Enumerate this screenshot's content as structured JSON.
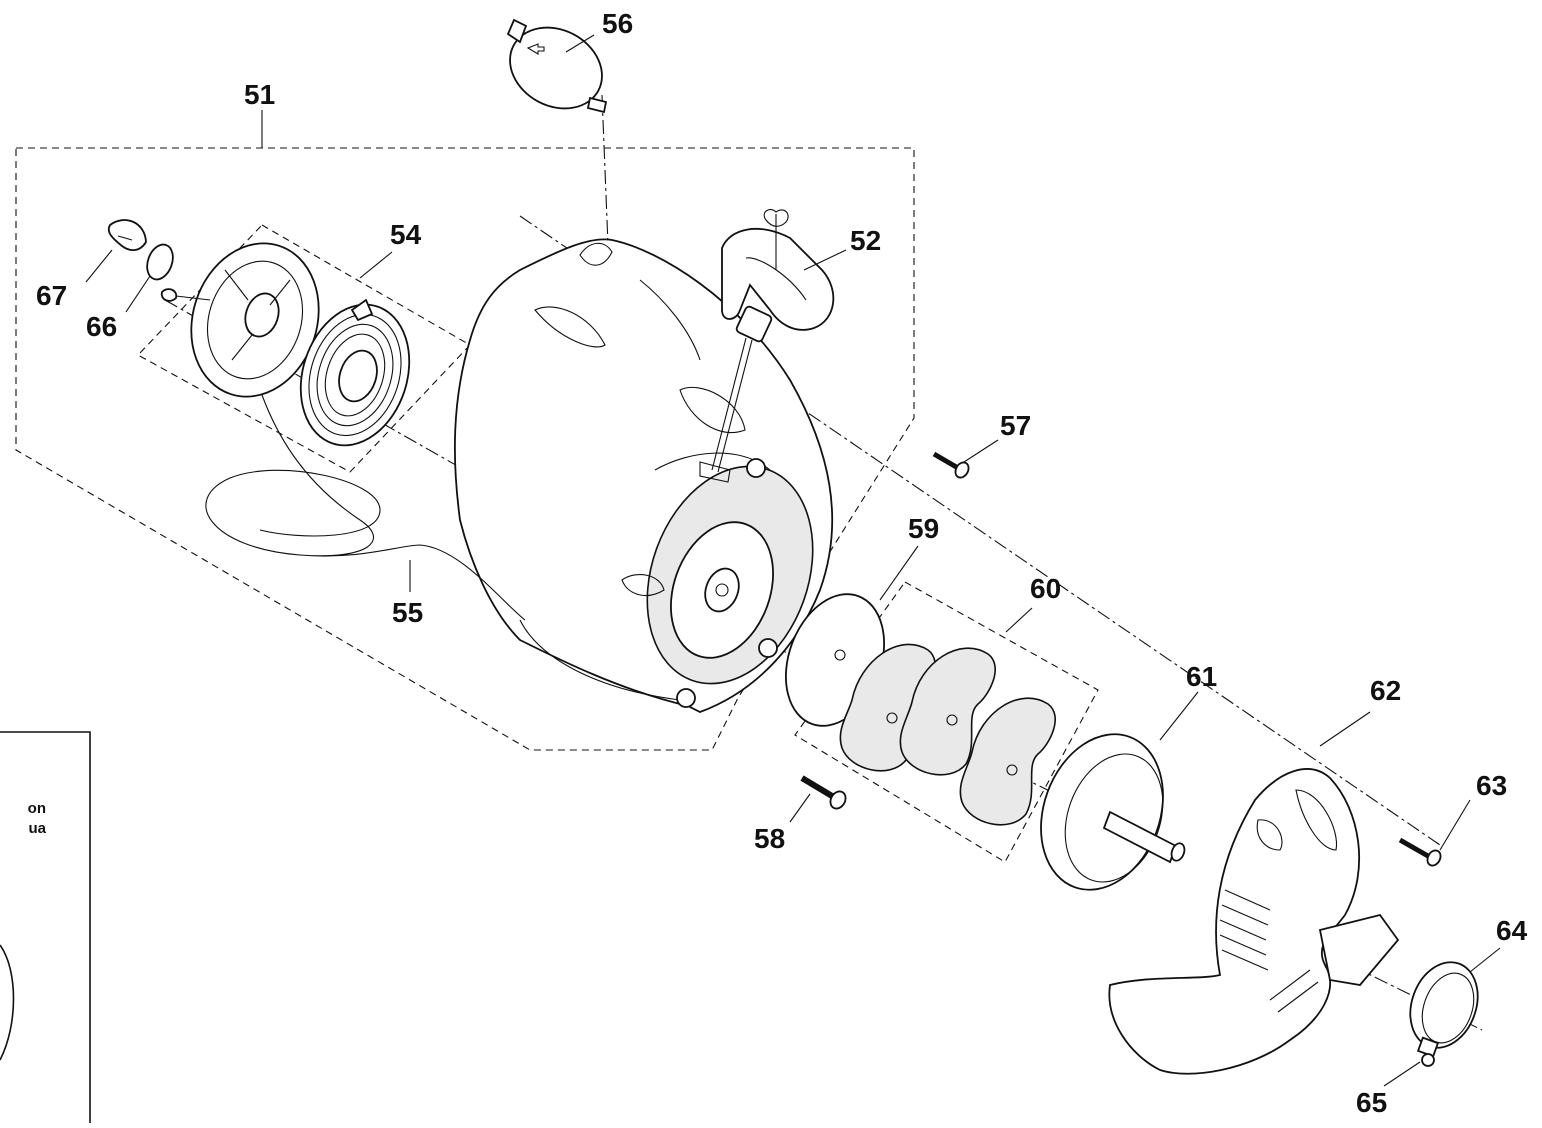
{
  "diagram": {
    "callouts": [
      {
        "id": "56",
        "label": "56"
      },
      {
        "id": "51",
        "label": "51"
      },
      {
        "id": "54",
        "label": "54"
      },
      {
        "id": "52",
        "label": "52"
      },
      {
        "id": "67",
        "label": "67"
      },
      {
        "id": "66",
        "label": "66"
      },
      {
        "id": "57",
        "label": "57"
      },
      {
        "id": "59",
        "label": "59"
      },
      {
        "id": "60",
        "label": "60"
      },
      {
        "id": "55",
        "label": "55"
      },
      {
        "id": "61",
        "label": "61"
      },
      {
        "id": "62",
        "label": "62"
      },
      {
        "id": "63",
        "label": "63"
      },
      {
        "id": "58",
        "label": "58"
      },
      {
        "id": "64",
        "label": "64"
      },
      {
        "id": "65",
        "label": "65"
      }
    ],
    "side_box": {
      "line1": "on",
      "line2": "ua"
    }
  }
}
